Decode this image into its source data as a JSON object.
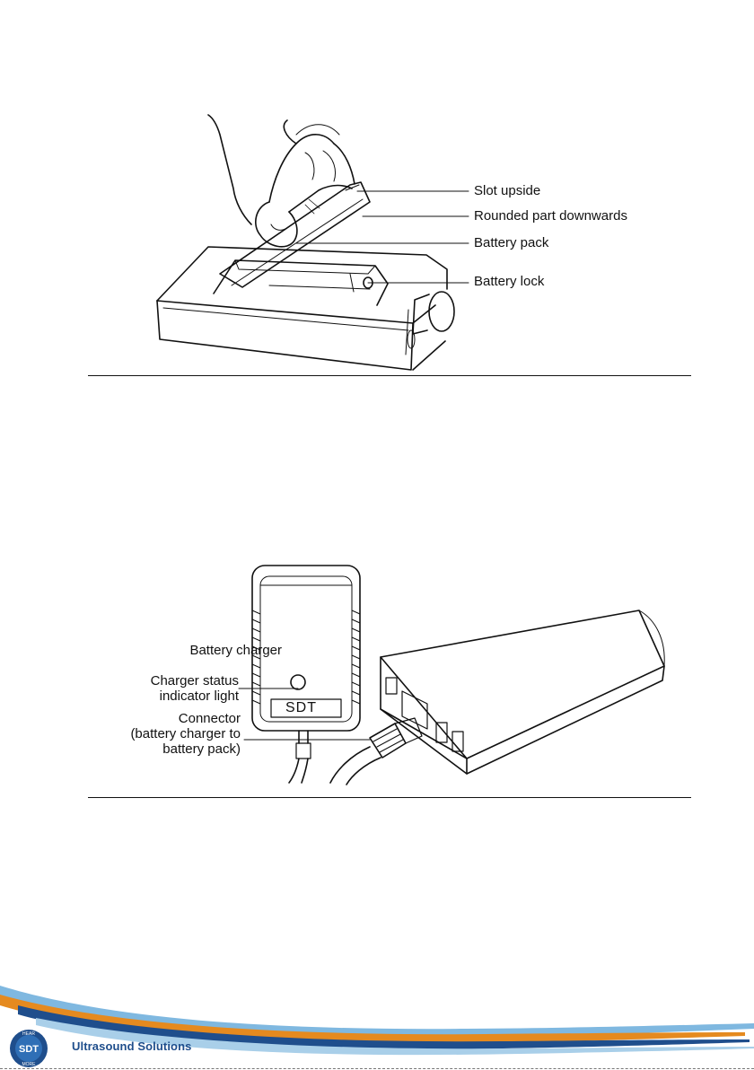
{
  "figure1": {
    "callouts": {
      "slot_upside": "Slot upside",
      "rounded_part": "Rounded part downwards",
      "battery_pack": "Battery pack",
      "battery_lock": "Battery lock"
    }
  },
  "figure2": {
    "callouts": {
      "battery_charger": "Battery charger",
      "status_light_1": "Charger status",
      "status_light_2": "indicator light",
      "connector_1": "Connector",
      "connector_2": "(battery charger to",
      "connector_3": "battery pack)"
    },
    "charger_brand": "SDT"
  },
  "footer": {
    "logo_text": "SDT",
    "ring_text": "HEAR MORE",
    "brand_name": "Ultrasound Solutions",
    "colors": {
      "blue": "#1f4e8c",
      "orange": "#e58a1f",
      "light_blue": "#7fb8e0"
    }
  }
}
